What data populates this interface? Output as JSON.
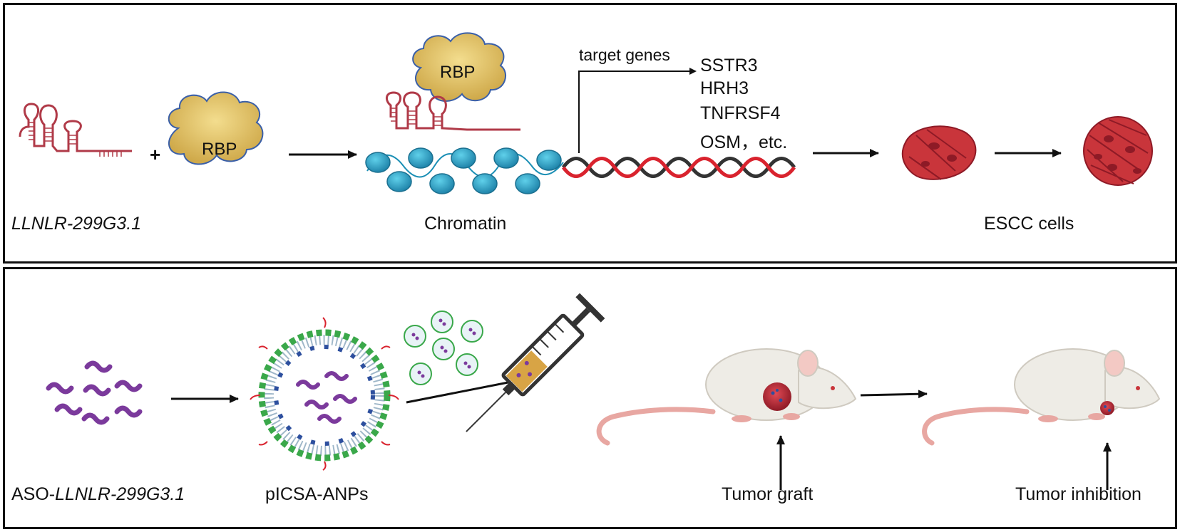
{
  "top_panel": {
    "rna_label": "LLNLR-299G3.1",
    "plus_sign": "+",
    "rbp_label": "RBP",
    "rbp_bound_label": "RBP",
    "chromatin_label": "Chromatin",
    "target_genes_label": "target genes",
    "genes": [
      "SSTR3",
      "HRH3",
      "TNFRSF4",
      "OSM，etc."
    ],
    "cells_label": "ESCC cells"
  },
  "bottom_panel": {
    "aso_prefix": "ASO-",
    "aso_name": "LLNLR-299G3.1",
    "nanoparticle_label": "pICSA-ANPs",
    "graft_label": "Tumor graft",
    "inhibition_label": "Tumor inhibition"
  },
  "colors": {
    "rna": "#b03a48",
    "rbp_fill": "#e0c26a",
    "nucleosome": "#2aa6c9",
    "dna_red": "#d9232e",
    "dna_black": "#333333",
    "cell": "#c9353b",
    "aso": "#7b3a9c",
    "lipid_head_green": "#3aa84a",
    "lipid_head_blue": "#2d4f9e",
    "mouse_body": "#eeece6",
    "mouse_tail": "#e8a7a2"
  }
}
